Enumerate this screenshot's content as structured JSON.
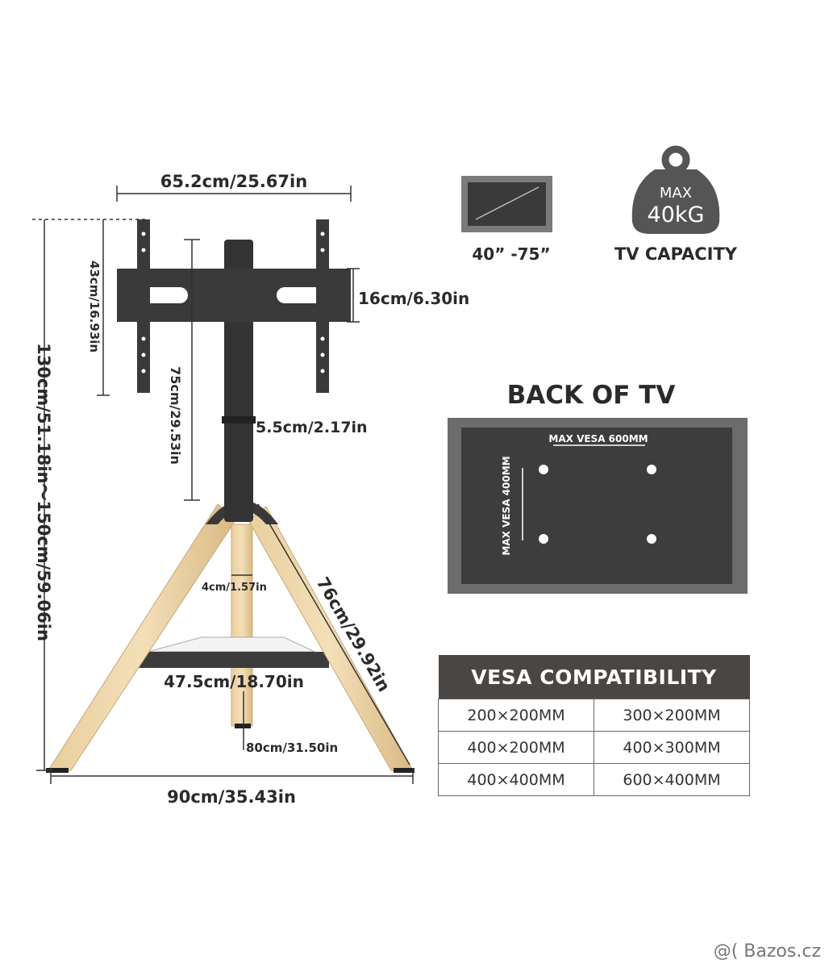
{
  "dimensions": {
    "width_top": "65.2cm/25.67in",
    "height_total": "130cm/51.18in～150cm/59.06in",
    "arm_height": "43cm/16.93in",
    "bracket_height": "16cm/6.30in",
    "pole_travel": "75cm/29.53in",
    "pole_diameter": "5.5cm/2.17in",
    "leg_length": "76cm/29.92in",
    "leg_diameter": "4cm/1.57in",
    "shelf_width": "47.5cm/18.70in",
    "shelf_height": "80cm/31.50in",
    "base_width": "90cm/35.43in"
  },
  "tv_size": {
    "label": "40”  -75”"
  },
  "capacity": {
    "weight_top": "MAX",
    "weight_value": "40kG",
    "label": "TV CAPACITY"
  },
  "back_of_tv": {
    "title": "BACK OF TV",
    "vesa_horizontal": "MAX VESA 600MM",
    "vesa_vertical": "MAX VESA 400MM"
  },
  "vesa_table": {
    "title": "VESA COMPATIBILITY",
    "rows": [
      [
        "200×200MM",
        "300×200MM"
      ],
      [
        "400×200MM",
        "400×300MM"
      ],
      [
        "400×400MM",
        "600×400MM"
      ]
    ]
  },
  "watermark": "@( Bazos.cz"
}
